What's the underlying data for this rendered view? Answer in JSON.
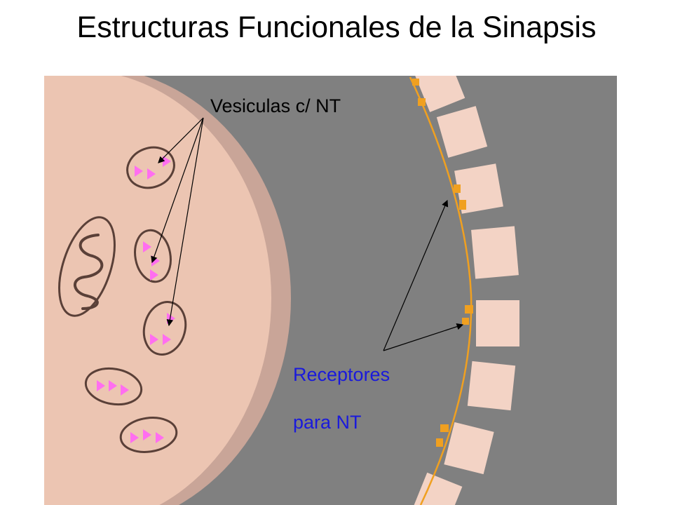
{
  "slide": {
    "title": "Estructuras Funcionales de la Sinapsis"
  },
  "labels": {
    "vesicles": "Vesiculas c/ NT",
    "receptors_line1": "Receptores",
    "receptors_line2": "para NT"
  },
  "colors": {
    "background": "#808080",
    "terminal": "#ecc5b2",
    "terminal_rim": "#c9a598",
    "outline": "#5a4038",
    "neurotransmitter": "#ff6ef0",
    "receptor": "#f0a020",
    "receptor_label": "#1a1adb",
    "postsynaptic_block": "#f3d3c5"
  }
}
